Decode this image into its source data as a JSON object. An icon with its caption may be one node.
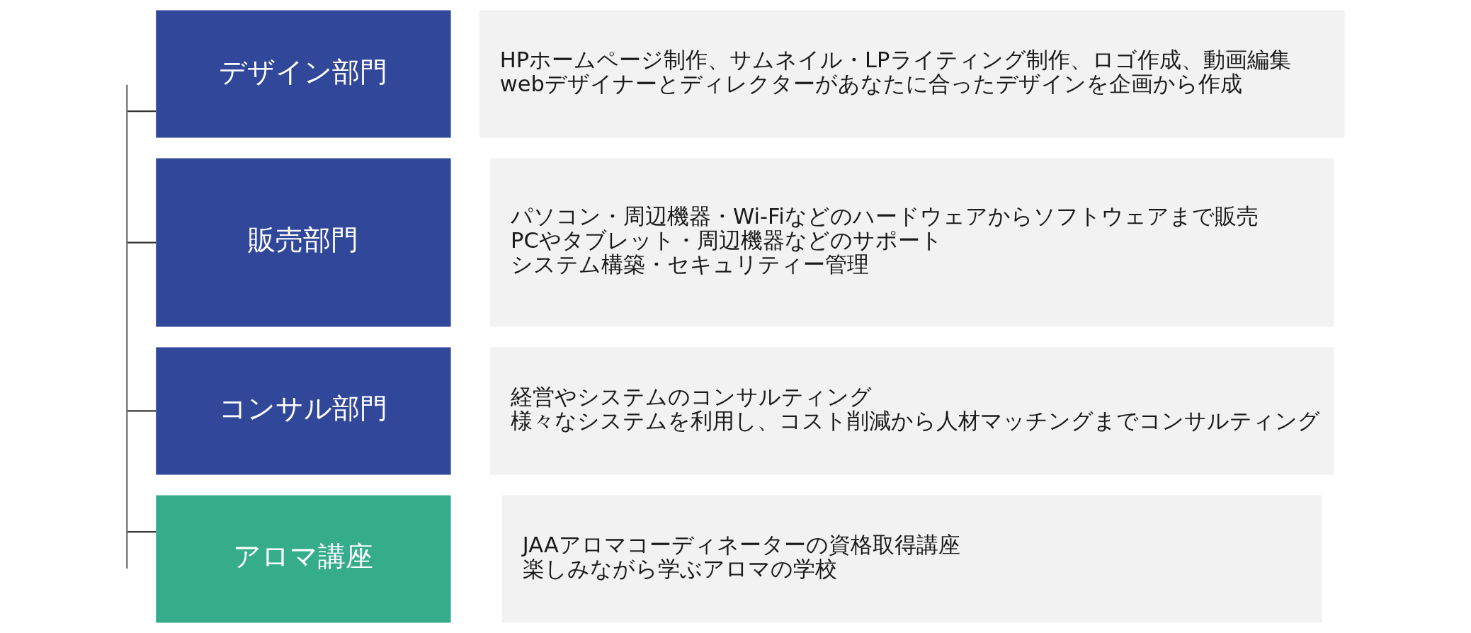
{
  "diagram": {
    "nodes": [
      {
        "text": [],
        "shape": "bar"
      },
      {
        "text": [
          "デザイン部門"
        ]
      },
      {
        "text": [
          "HPホームページ制作、サムネイル・LPライティング制作、ロゴ作成、動画編集",
          "webデザイナーとディレクターがあなたに合ったデザインを企画から作成"
        ]
      },
      {
        "text": [
          "販売部門"
        ]
      },
      {
        "text": [
          "パソコン・周辺機器・Wi-Fiなどのハードウェアからソフトウェアまで販売",
          "PCやタブレット・周辺機器などのサポート",
          "システム構築・セキュリティー管理"
        ]
      },
      {
        "text": [
          "コンサル部門"
        ]
      },
      {
        "text": [
          "経営やシステムのコンサルティング",
          "様々なシステムを利用し、コスト削減から人材マッチングまでコンサルティング"
        ]
      },
      {
        "text": [
          "アロマ講座"
        ]
      },
      {
        "text": [
          "JAAアロマコーディネーターの資格取得講座",
          "楽しみながら学ぶアロマの学校"
        ]
      }
    ],
    "edges": [
      {
        "from": 0,
        "to": 1,
        "arrow": "none"
      },
      {
        "from": 0,
        "to": 3,
        "arrow": "none"
      },
      {
        "from": 0,
        "to": 5,
        "arrow": "none"
      },
      {
        "from": 0,
        "to": 7,
        "arrow": "none"
      }
    ]
  }
}
